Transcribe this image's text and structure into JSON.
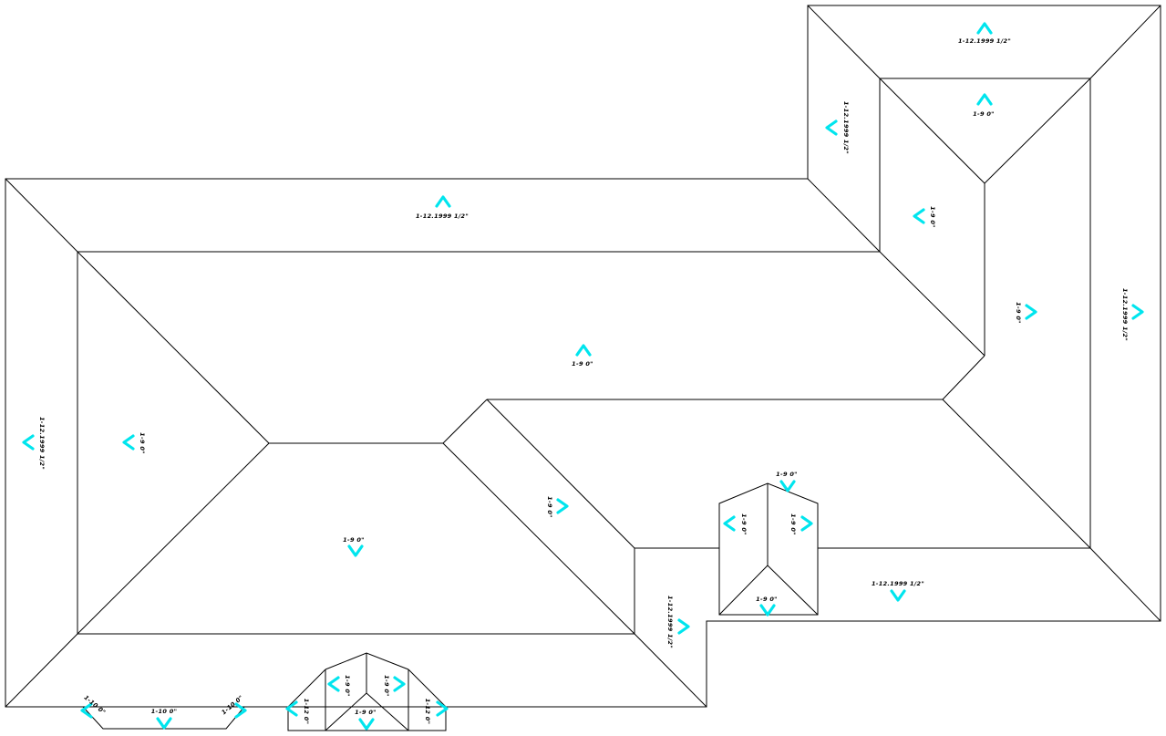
{
  "drawing": {
    "arrow_color": "#00e5ee",
    "line_color": "#000000",
    "background": "#ffffff"
  },
  "labels": {
    "north_wing_top": "1-12.1999 1/2\"",
    "north_wing_inner": "1-9 0\"",
    "north_wing_left": "1-12.1999 1/2\"",
    "north_wing_valley": "1-9 0\"",
    "main_top": "1-12.1999 1/2\"",
    "main_center": "1-9 0\"",
    "east_inner": "1-9 0\"",
    "east_outer": "1-12.1999 1/2\"",
    "west_outer": "1-12.1999 1/2\"",
    "west_inner": "1-9 0\"",
    "main_lower": "1-9 0\"",
    "diagonal": "1-9 0\"",
    "south_east": "1-12.1999 1/2\"",
    "dormer_east_top": "1-9 0\"",
    "dormer_east_left": "1-9 0\"",
    "dormer_east_right": "1-9 0\"",
    "dormer_east_bottom": "1-9 0\"",
    "south_step": "1-12.1999 1/2\"",
    "bay_left": "1-10 0\"",
    "bay_center": "1-10 0\"",
    "bay_right": "1-10 0\"",
    "dormer_south_outer_left": "1-12 0\"",
    "dormer_south_left": "1-9 0\"",
    "dormer_south_center": "1-9 0\"",
    "dormer_south_right": "1-9 0\"",
    "dormer_south_outer_right": "1-12 0\""
  }
}
